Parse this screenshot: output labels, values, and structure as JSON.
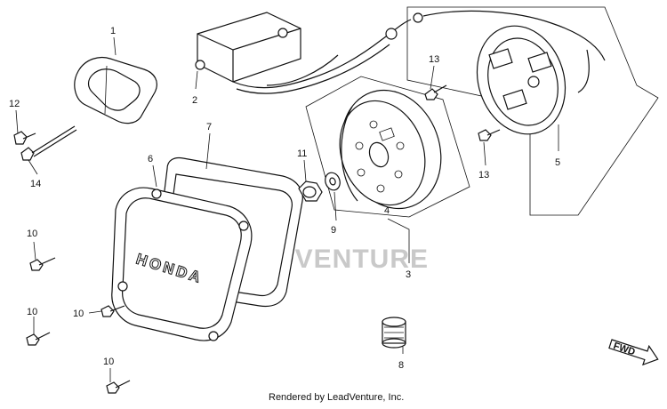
{
  "diagram": {
    "callouts": [
      {
        "id": "c1",
        "text": "1"
      },
      {
        "id": "c2",
        "text": "2"
      },
      {
        "id": "c3",
        "text": "3"
      },
      {
        "id": "c4",
        "text": "4"
      },
      {
        "id": "c5",
        "text": "5"
      },
      {
        "id": "c6",
        "text": "6"
      },
      {
        "id": "c7",
        "text": "7"
      },
      {
        "id": "c8",
        "text": "8"
      },
      {
        "id": "c9",
        "text": "9"
      },
      {
        "id": "c10a",
        "text": "10"
      },
      {
        "id": "c10b",
        "text": "10"
      },
      {
        "id": "c10c",
        "text": "10"
      },
      {
        "id": "c10d",
        "text": "10"
      },
      {
        "id": "c11",
        "text": "11"
      },
      {
        "id": "c12",
        "text": "12"
      },
      {
        "id": "c13a",
        "text": "13"
      },
      {
        "id": "c13b",
        "text": "13"
      },
      {
        "id": "c14",
        "text": "14"
      }
    ],
    "cover_logo": "HONDA",
    "watermark": "LEADVENTURE",
    "direction_label": "FWD",
    "credit": "Rendered by LeadVenture, Inc."
  }
}
